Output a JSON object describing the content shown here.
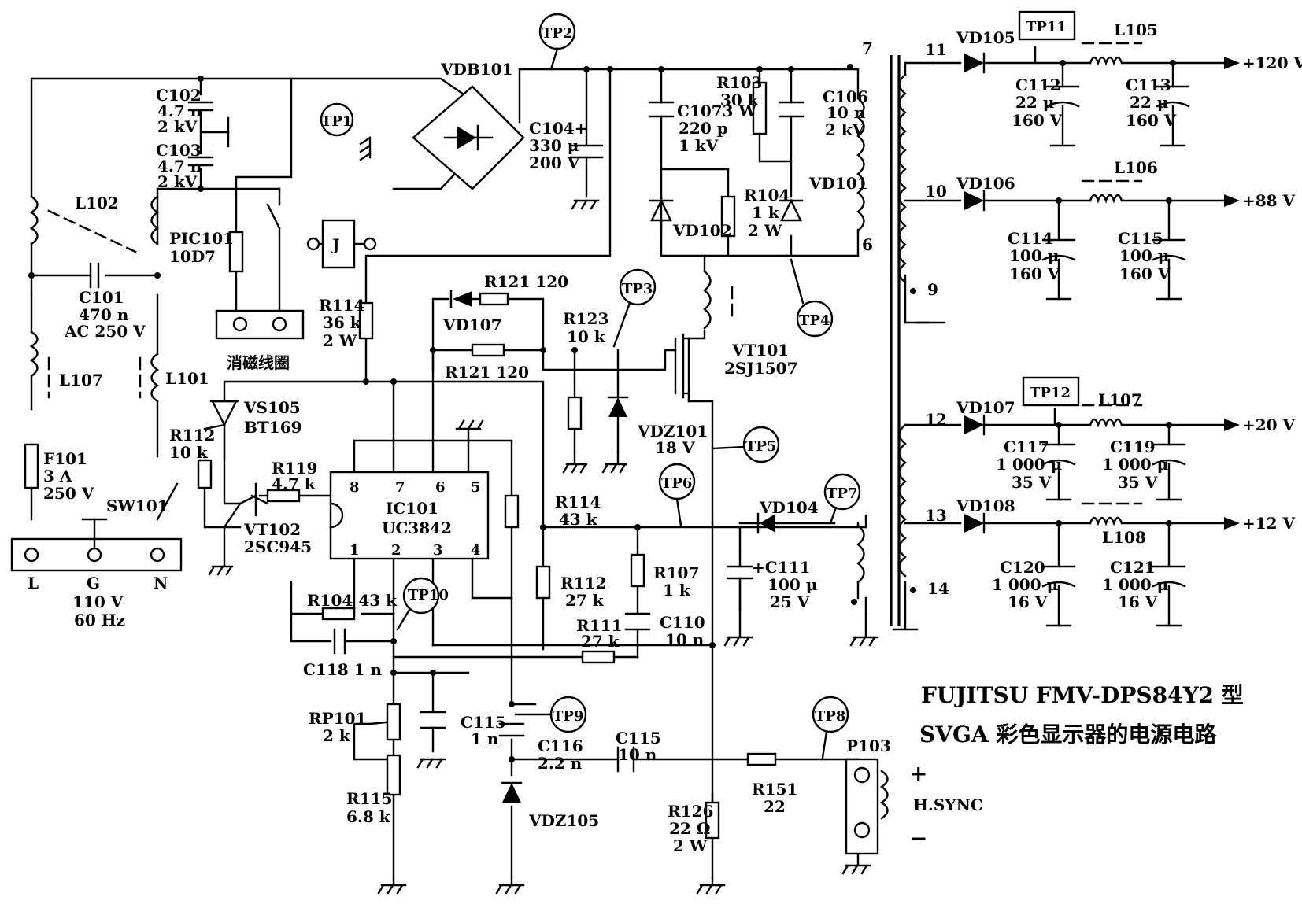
{
  "title": {
    "line1": "FUJITSU FMV-DPS84Y2 型",
    "line2": "SVGA 彩色显示器的电源电路"
  },
  "test_points": [
    "TP1",
    "TP2",
    "TP3",
    "TP4",
    "TP5",
    "TP6",
    "TP7",
    "TP8",
    "TP9",
    "TP10",
    "TP11",
    "TP12"
  ],
  "input": {
    "connector": [
      "L",
      "G",
      "N"
    ],
    "mains": "110 V",
    "freq": "60 Hz",
    "fuse": [
      "F101",
      "3 A",
      "250 V"
    ],
    "switch": "SW101",
    "c101": [
      "C101",
      "470 n",
      "AC 250 V"
    ],
    "l101": "L101",
    "l102": "L102",
    "l107": "L107",
    "c102": [
      "C102",
      "4.7 n",
      "2 kV"
    ],
    "c103": [
      "C103",
      "4.7 n",
      "2 kV"
    ],
    "ptc": [
      "PIC101",
      "10D7"
    ],
    "relay": "J",
    "degauss_coil": "消磁线圈",
    "bridge": "VDB101",
    "c104": [
      "C104+",
      "330 μ",
      "200 V"
    ]
  },
  "primary": {
    "c107": [
      "C1073 W",
      "220 p",
      "1 kV"
    ],
    "r103": [
      "R103",
      "30 k"
    ],
    "c106": [
      "C106",
      "10 n",
      "2 kV"
    ],
    "vd101": "VD101",
    "vd102": "VD102",
    "r104a": [
      "R104",
      "1 k",
      "2 W"
    ],
    "r114a": [
      "R114",
      "36 k",
      "2 W"
    ],
    "r121a": "R121 120",
    "r121b": "R121 120",
    "vd107": "VD107",
    "r123": [
      "R123",
      "10 k"
    ],
    "vdz101": [
      "VDZ101",
      "18 V"
    ],
    "vt101": [
      "VT101",
      "2SJ1507"
    ],
    "vs105": [
      "VS105",
      "BT169"
    ],
    "r112a": [
      "R112",
      "10 k"
    ],
    "r119": [
      "R119",
      "4.7 k"
    ],
    "vt102": [
      "VT102",
      "2SC945"
    ],
    "ic": [
      "IC101",
      "UC3842"
    ],
    "ic_pins_top": [
      "8",
      "7",
      "6",
      "5"
    ],
    "ic_pins_bottom": [
      "1",
      "2",
      "3",
      "4"
    ],
    "r114b": [
      "R114",
      "43 k"
    ],
    "r112b": [
      "R112",
      "27 k"
    ],
    "r107": [
      "R107",
      "1 k"
    ],
    "r111": [
      "R111",
      "27 k"
    ],
    "c110": [
      "C110",
      "10 n"
    ],
    "r104b": "R104 43 k",
    "c118": "C118  1 n",
    "rp101": [
      "RP101",
      "2 k"
    ],
    "r115": [
      "R115",
      "6.8 k"
    ],
    "c115a": [
      "C115",
      "1 n"
    ],
    "c116": [
      "C116",
      "2.2 n"
    ],
    "vdz105": "VDZ105",
    "c115b": [
      "C115",
      "10 n"
    ],
    "r126": [
      "R126",
      "22 Ω",
      "2 W"
    ],
    "r151": [
      "R151",
      "22"
    ],
    "vd104": "VD104",
    "c111": [
      "+C111",
      "100 μ",
      "25 V"
    ],
    "p103": "P103",
    "hsync": "H.SYNC",
    "plus": "+",
    "minus": "−"
  },
  "transformer": {
    "pins": [
      "7",
      "6",
      "11",
      "10",
      "9",
      "12",
      "13",
      "14"
    ]
  },
  "outputs": [
    {
      "diode": "VD105",
      "inductor": "L105",
      "cap1": [
        "C112",
        "22 μ",
        "160 V"
      ],
      "cap2": [
        "C113",
        "22 μ",
        "160 V"
      ],
      "voltage": "+120 V"
    },
    {
      "diode": "VD106",
      "inductor": "L106",
      "cap1": [
        "C114",
        "100 μ",
        "160 V"
      ],
      "cap2": [
        "C115",
        "100 μ",
        "160 V"
      ],
      "voltage": "+88 V"
    },
    {
      "diode": "VD107",
      "inductor": "L107",
      "cap1": [
        "C117",
        "1 000 μ",
        "35 V"
      ],
      "cap2": [
        "C119",
        "1 000 μ",
        "35 V"
      ],
      "voltage": "+20 V"
    },
    {
      "diode": "VD108",
      "inductor": "L108",
      "cap1": [
        "C120",
        "1 000 μ",
        "16 V"
      ],
      "cap2": [
        "C121",
        "1 000 μ",
        "16 V"
      ],
      "voltage": "+12 V"
    }
  ]
}
